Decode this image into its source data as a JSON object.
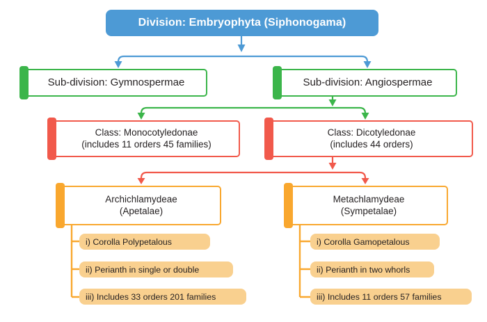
{
  "title": {
    "label": "Division: Embryophyta (Siphonogama)"
  },
  "subdivisions": [
    {
      "label": "Sub-division: Gymnospermae"
    },
    {
      "label": "Sub-division: Angiospermae"
    }
  ],
  "classes": [
    {
      "line1": "Class: Monocotyledonae",
      "line2": "(includes 11 orders 45 families)"
    },
    {
      "line1": "Class: Dicotyledonae",
      "line2": "(includes 44 orders)"
    }
  ],
  "subclasses": [
    {
      "line1": "Archichlamydeae",
      "line2": "(Apetalae)",
      "items": [
        "i) Corolla Polypetalous",
        "ii) Perianth in single or double",
        "iii) Includes 33 orders 201 families"
      ]
    },
    {
      "line1": "Metachlamydeae",
      "line2": "(Sympetalae)",
      "items": [
        "i) Corolla Gamopetalous",
        "ii) Perianth in two whorls",
        "iii) Includes 11 orders 57 families"
      ]
    }
  ],
  "colors": {
    "division_fill": "#4D9AD5",
    "subdivision_accent": "#3BB54A",
    "class_accent": "#F1594B",
    "subclass_accent": "#F9A72E",
    "item_fill": "#F9D08F",
    "title_text": "#FFFFFF",
    "body_text": "#231F20"
  }
}
